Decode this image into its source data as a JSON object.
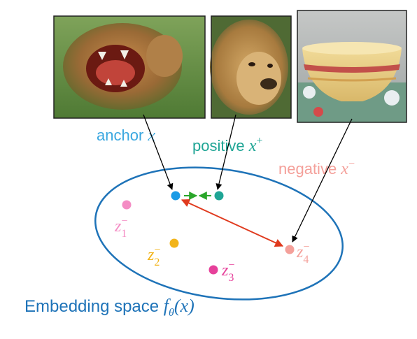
{
  "images": [
    {
      "name": "lion-roaring-photo",
      "subject": "roaring lion"
    },
    {
      "name": "lion-face-photo",
      "subject": "lion face"
    },
    {
      "name": "striped-bowl-photo",
      "subject": "striped bowl"
    }
  ],
  "labels": {
    "anchor": {
      "text": "anchor ",
      "var": "x",
      "sup": "",
      "color": "#3aa7e0"
    },
    "positive": {
      "text": "positive ",
      "var": "x",
      "sup": "+",
      "color": "#1fa595"
    },
    "negative": {
      "text": "negative ",
      "var": "x",
      "sup": "−",
      "color": "#f4a09a"
    }
  },
  "embedding": {
    "caption_text": "Embedding space ",
    "caption_func": "f",
    "caption_sub": "θ",
    "caption_arg": "(x)",
    "caption_color": "#1e73b8",
    "ellipse_color": "#1e73b8"
  },
  "points": [
    {
      "name": "z1",
      "label": "z",
      "sub": "1",
      "sup": "−",
      "color": "#f48cc4"
    },
    {
      "name": "z2",
      "label": "z",
      "sub": "2",
      "sup": "−",
      "color": "#f2b41a"
    },
    {
      "name": "z3",
      "label": "z",
      "sub": "3",
      "sup": "−",
      "color": "#e6409a"
    },
    {
      "name": "z4",
      "label": "z",
      "sub": "4",
      "sup": "−",
      "color": "#f4a09a"
    }
  ],
  "colors": {
    "anchor_point": "#1a9be6",
    "positive_point": "#1fa595",
    "pull_arrow": "#2aa62a",
    "push_arrow": "#e03a1e",
    "pointer_arrow": "#000000"
  }
}
